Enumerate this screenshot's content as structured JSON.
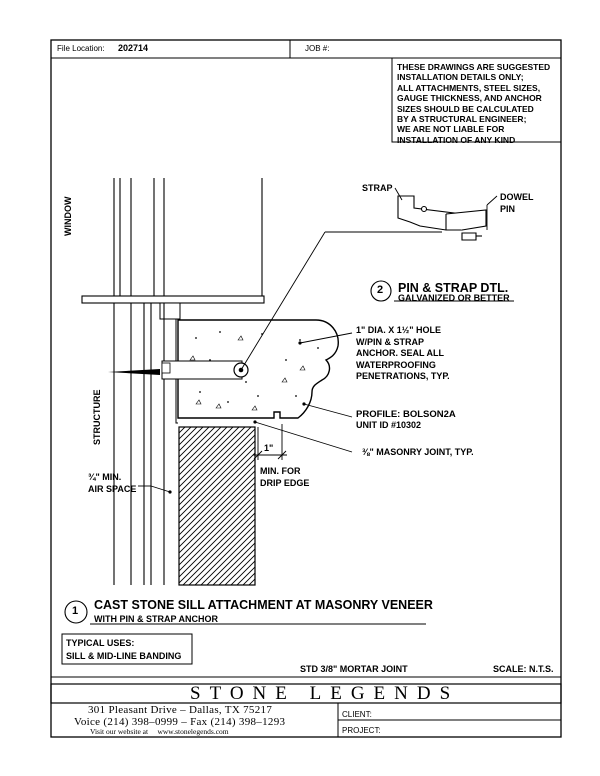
{
  "header": {
    "file_location_label": "File Location:",
    "file_location_value": "202714",
    "job_label": "JOB #:"
  },
  "disclaimer": "THESE DRAWINGS ARE SUGGESTED\nINSTALLATION DETAILS ONLY;\nALL ATTACHMENTS, STEEL SIZES,\nGAUGE THICKNESS, AND ANCHOR\nSIZES SHOULD BE CALCULATED\nBY A STRUCTURAL ENGINEER;\nWE ARE NOT LIABLE FOR\nINSTALLATION OF ANY KIND",
  "detail2": {
    "number": "2",
    "title": "PIN & STRAP DTL.",
    "subtitle": "GALVANIZED OR BETTER",
    "strap_label": "STRAP",
    "dowel_label": "DOWEL\nPIN"
  },
  "labels": {
    "window": "WINDOW",
    "structure": "STRUCTURE",
    "hole_note": "1\" DIA. X 1½\" HOLE\nW/PIN & STRAP\nANCHOR. SEAL ALL\nWATERPROOFING\nPENETRATIONS, TYP.",
    "profile": "PROFILE: BOLSON2A",
    "unit_id": "UNIT ID #10302",
    "dim_1in": "1\"",
    "min_drip": "MIN. FOR\nDRIP EDGE",
    "masonry_joint": "⅜\" MASONRY JOINT, TYP.",
    "air_space": "¾\" MIN.\nAIR SPACE"
  },
  "detail1": {
    "number": "1",
    "title": "CAST STONE SILL ATTACHMENT AT MASONRY VENEER",
    "subtitle": "WITH PIN & STRAP ANCHOR"
  },
  "typical_uses": {
    "heading": "TYPICAL USES:",
    "value": "SILL & MID-LINE BANDING"
  },
  "footer_notes": {
    "mortar": "STD 3/8\" MORTAR JOINT",
    "scale": "SCALE: N.T.S."
  },
  "title_block": {
    "company": "STONE LEGENDS",
    "address": "301 Pleasant Drive – Dallas, TX 75217",
    "phone": "Voice (214) 398–0999 – Fax (214) 398–1293",
    "website": "Visit our website at     www.stonelegends.com",
    "client_label": "CLIENT:",
    "project_label": "PROJECT:"
  }
}
